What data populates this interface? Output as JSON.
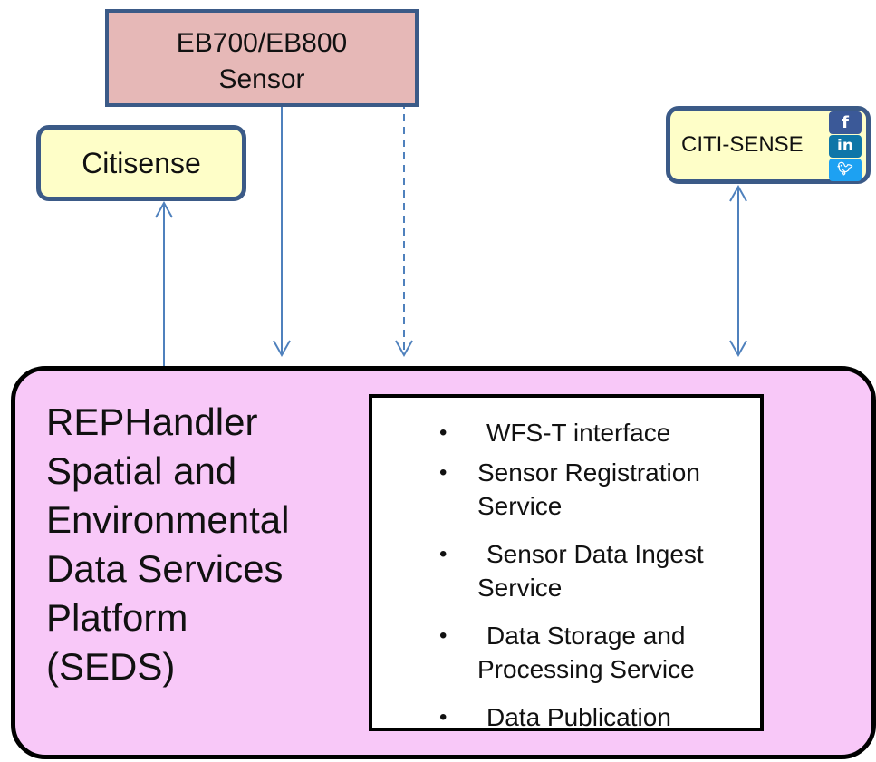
{
  "sensor": {
    "label": "EB700/EB800\nSensor"
  },
  "citisense_app": {
    "label": "Citisense"
  },
  "citisense_social": {
    "label": "CITI-SENSE",
    "icons": [
      "facebook-icon",
      "linkedin-icon",
      "twitter-icon"
    ]
  },
  "seds": {
    "title_lines": [
      "REPHandler",
      "Spatial and",
      "Environmental",
      "Data Services",
      "Platform",
      "(SEDS)"
    ],
    "services": [
      "WFS-T interface",
      "Sensor Registration Service",
      "Sensor Data Ingest Service",
      "Data Storage and Processing Service",
      "Data Publication"
    ]
  },
  "colors": {
    "sensor_fill": "#e6b8b7",
    "app_fill": "#fefec8",
    "border_blue": "#3b5a87",
    "seds_fill": "#f8c8f8",
    "arrow": "#4f81bd"
  }
}
